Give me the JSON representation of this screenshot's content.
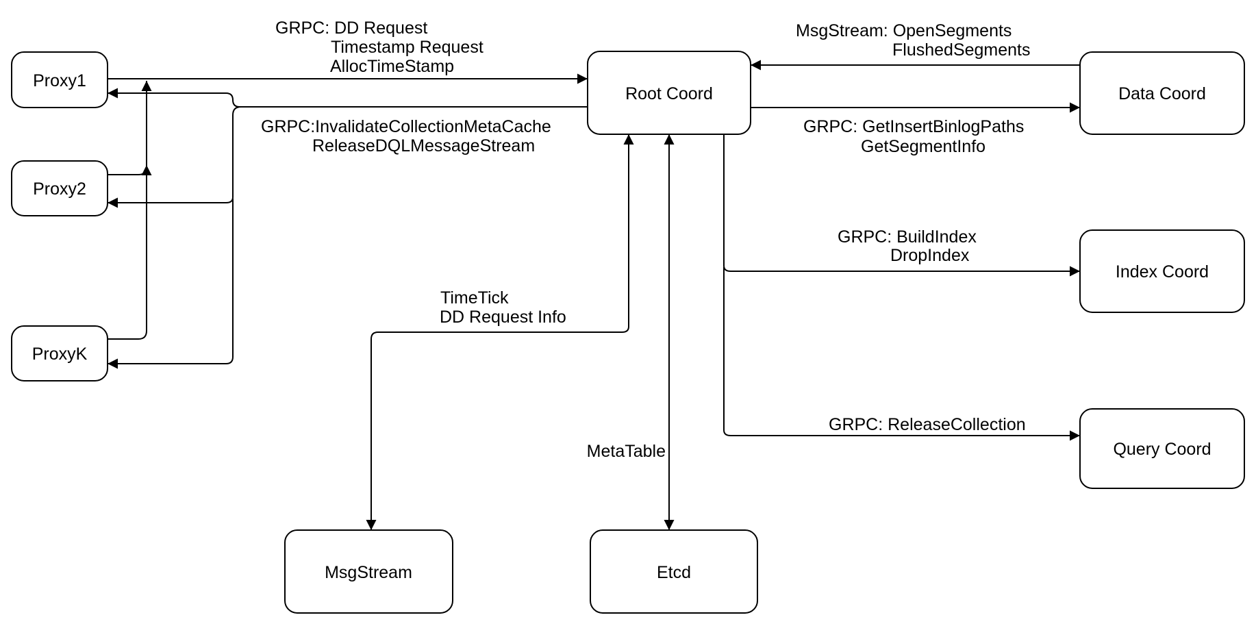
{
  "canvas": {
    "background": "#ffffff",
    "stroke_color": "#000000",
    "box_fill": "#ffffff",
    "text_color": "#000000"
  },
  "nodes": {
    "proxy1": {
      "label": "Proxy1"
    },
    "proxy2": {
      "label": "Proxy2"
    },
    "proxyk": {
      "label": "ProxyK"
    },
    "root_coord": {
      "label": "Root Coord"
    },
    "data_coord": {
      "label": "Data Coord"
    },
    "index_coord": {
      "label": "Index Coord"
    },
    "query_coord": {
      "label": "Query Coord"
    },
    "msgstream": {
      "label": "MsgStream"
    },
    "etcd": {
      "label": "Etcd"
    }
  },
  "edges": {
    "proxies_to_root": {
      "label_lines": [
        "GRPC: DD Request",
        "Timestamp Request",
        "AllocTimeStamp"
      ]
    },
    "root_to_proxies": {
      "label_lines": [
        "GRPC:InvalidateCollectionMetaCache",
        "ReleaseDQLMessageStream"
      ]
    },
    "data_to_root": {
      "label_lines": [
        "MsgStream: OpenSegments",
        "FlushedSegments"
      ]
    },
    "root_to_data": {
      "label_lines": [
        "GRPC: GetInsertBinlogPaths",
        "GetSegmentInfo"
      ]
    },
    "root_to_index": {
      "label_lines": [
        "GRPC: BuildIndex",
        "DropIndex"
      ]
    },
    "root_to_query": {
      "label_lines": [
        "GRPC: ReleaseCollection"
      ]
    },
    "root_to_msgstream": {
      "label_lines": [
        "TimeTick",
        "DD Request Info"
      ]
    },
    "root_to_etcd": {
      "label_lines": [
        "MetaTable"
      ]
    }
  }
}
